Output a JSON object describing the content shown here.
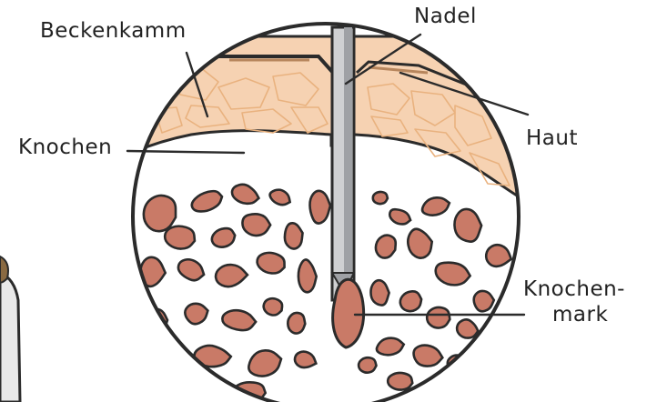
{
  "diagram": {
    "labels": {
      "beckenkamm": "Beckenkamm",
      "nadel": "Nadel",
      "knochen": "Knochen",
      "haut": "Haut",
      "knochenmark_line1": "Knochen-",
      "knochenmark_line2": "mark"
    },
    "colors": {
      "outline": "#2b2b2b",
      "skin_fill": "#f6d2b2",
      "skin_texture": "#e9b27f",
      "bone_fill": "#ffffff",
      "marrow_fill": "#c97a67",
      "needle_fill": "#cfd0d2",
      "needle_shade": "#9fa1a5"
    }
  }
}
